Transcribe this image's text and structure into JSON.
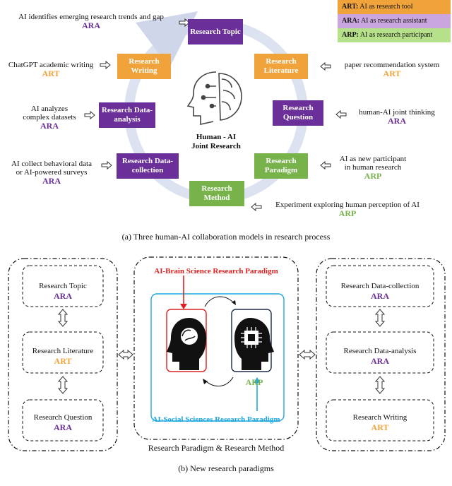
{
  "legend": [
    {
      "key": "ART:",
      "text": " AI as research tool",
      "color": "#f0a33a"
    },
    {
      "key": "ARA:",
      "text": " AI as research assistant",
      "color": "#c9a6dd"
    },
    {
      "key": "ARP:",
      "text": " AI as research participant",
      "color": "#b7e08a"
    }
  ],
  "cycle": {
    "center_line1": "Human - AI",
    "center_line2": "Joint Research",
    "nodes": {
      "topic": "Research Topic",
      "literature": "Research Literature",
      "question": "Research Question",
      "paradigm": "Research Paradigm",
      "method": "Research Method",
      "datacollection": "Research Data-collection",
      "dataanalysis": "Research Data-analysis",
      "writing": "Research Writing"
    }
  },
  "notes": {
    "topic": {
      "text": "AI identifies emerging research trends and gap",
      "tag": "ARA"
    },
    "literature": {
      "text": "paper recommendation system",
      "tag": "ART"
    },
    "question": {
      "text": "human-AI joint thinking",
      "tag": "ARA"
    },
    "paradigm": {
      "line1": "AI as new participant",
      "line2": "in human research",
      "tag": "ARP"
    },
    "method": {
      "text": "Experiment exploring human perception of AI",
      "tag": "ARP"
    },
    "datacollection": {
      "line1": "AI collect behavioral data",
      "line2": "or AI-powered surveys",
      "tag": "ARA"
    },
    "dataanalysis": {
      "line1": "AI analyzes",
      "line2": "complex datasets",
      "tag": "ARA"
    },
    "writing": {
      "text": "ChatGPT academic writing",
      "tag": "ART"
    }
  },
  "caption_a": "(a) Three human-AI collaboration models in research process",
  "panel_b": {
    "left": [
      {
        "label": "Research Topic",
        "tag": "ARA"
      },
      {
        "label": "Research Literature",
        "tag": "ART"
      },
      {
        "label": "Research Question",
        "tag": "ARA"
      }
    ],
    "right": [
      {
        "label": "Research Data-collection",
        "tag": "ARA"
      },
      {
        "label": "Research Data-analysis",
        "tag": "ARA"
      },
      {
        "label": "Research Writing",
        "tag": "ART"
      }
    ],
    "brain_paradigm": "AI-Brain Science Research Paradigm",
    "social_paradigm": "AI-Social Sciences Research Paradigm",
    "center_tag": "ARP",
    "middle_label": "Research Paradigm & Research Method"
  },
  "caption_b": "(b) New research paradigms",
  "colors": {
    "purple": "#6a2f98",
    "orange": "#f0a33a",
    "green": "#77b34a",
    "red": "#e02020",
    "cyan": "#1ea7e0"
  }
}
